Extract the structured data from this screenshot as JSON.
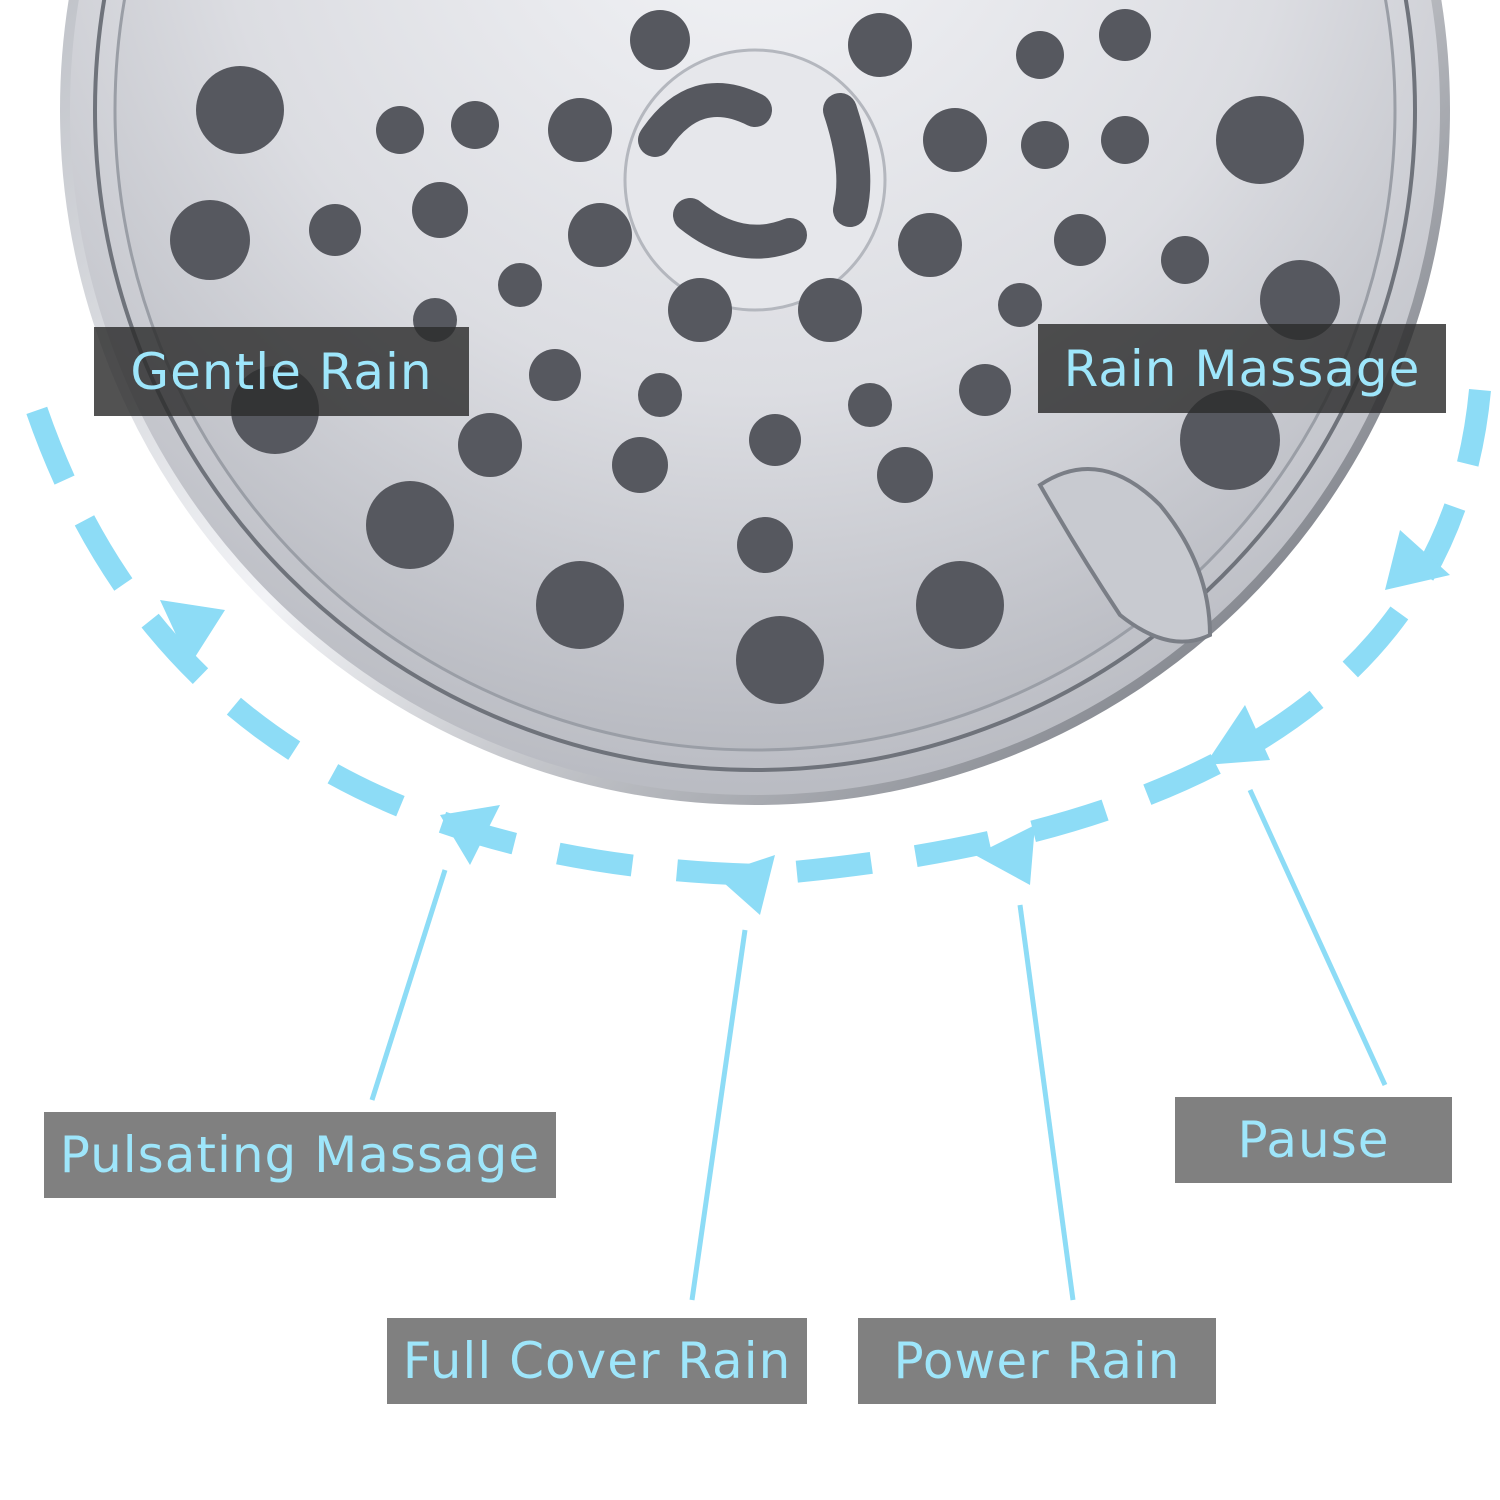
{
  "image": {
    "subject": "chrome round shower head with gray rubber nozzles",
    "accent_color": "#8ddcf6",
    "label_text_color": "#9ee6fb",
    "label_bg_dark": "#2c2c2c",
    "label_bg_grey": "#808080"
  },
  "spray_settings": [
    {
      "id": "gentle-rain",
      "label": "Gentle Rain"
    },
    {
      "id": "rain-massage",
      "label": "Rain Massage"
    },
    {
      "id": "pulsating-massage",
      "label": "Pulsating Massage"
    },
    {
      "id": "pause",
      "label": "Pause"
    },
    {
      "id": "full-cover-rain",
      "label": "Full Cover Rain"
    },
    {
      "id": "power-rain",
      "label": "Power Rain"
    }
  ],
  "rotation_arrow": {
    "direction": "counter-clockwise",
    "style": "dashed"
  }
}
